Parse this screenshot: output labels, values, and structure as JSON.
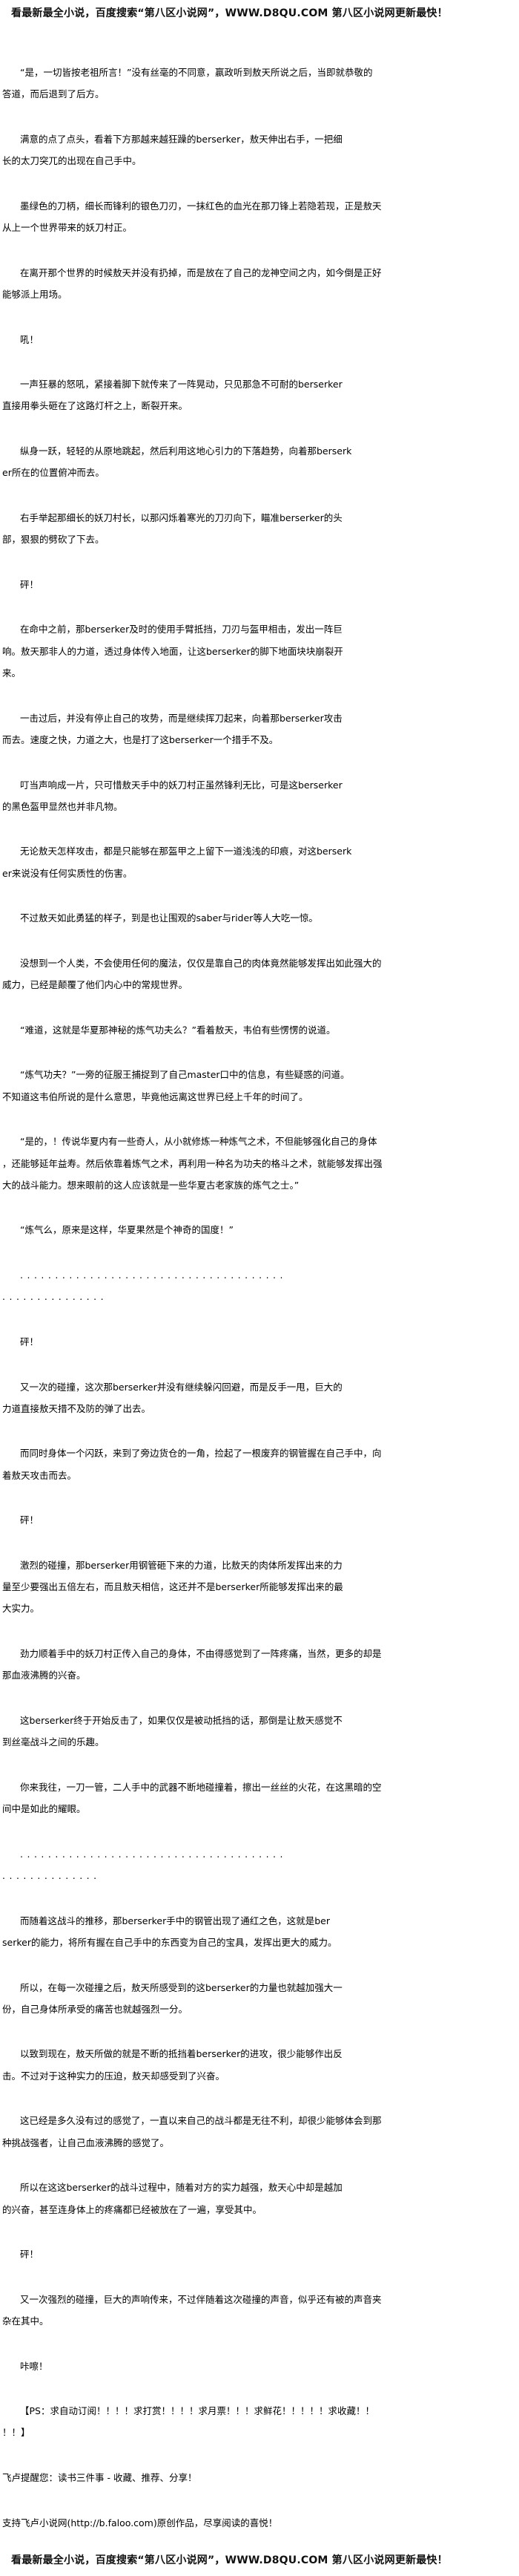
{
  "banner": "看最新最全小说，百度搜索“第八区小说网”，WWW.D8QU.COM 第八区小说网更新最快！",
  "paragraphs": [
    {
      "lines": [
        "“是，一切皆按老祖所言！”没有丝毫的不同意，嬴政听到敖天所说之后，当即就恭敬的",
        "答道，而后退到了后方。"
      ]
    },
    {
      "lines": [
        "满意的点了点头，看着下方那越来越狂躁的berserker，敖天伸出右手，一把细",
        "长的太刀突兀的出现在自己手中。"
      ]
    },
    {
      "lines": [
        "墨绿色的刀柄，细长而锋利的银色刀刃，一抹红色的血光在那刀锋上若隐若现，正是敖天",
        "从上一个世界带来的妖刀村正。"
      ]
    },
    {
      "lines": [
        "在离开那个世界的时候敖天并没有扔掉，而是放在了自己的龙神空间之内，如今倒是正好",
        "能够派上用场。"
      ]
    },
    {
      "lines": [
        "吼！"
      ]
    },
    {
      "lines": [
        "一声狂暴的怒吼，紧接着脚下就传来了一阵晃动，只见那急不可耐的berserker",
        "直接用拳头砸在了这路灯杆之上，断裂开来。"
      ]
    },
    {
      "lines": [
        "纵身一跃，轻轻的从原地跳起，然后利用这地心引力的下落趋势，向着那berserk",
        "er所在的位置俯冲而去。"
      ]
    },
    {
      "lines": [
        "右手举起那细长的妖刀村长，以那闪烁着寒光的刀刃向下，瞄准berserker的头",
        "部，狠狠的劈砍了下去。"
      ]
    },
    {
      "lines": [
        "砰！"
      ]
    },
    {
      "lines": [
        "在命中之前，那berserker及时的使用手臂抵挡，刀刃与盔甲相击，发出一阵巨",
        "响。敖天那非人的力道，透过身体传入地面，让这berserker的脚下地面块块崩裂开",
        "来。"
      ]
    },
    {
      "lines": [
        "一击过后，并没有停止自己的攻势，而是继续挥刀起来，向着那berserker攻击",
        "而去。速度之快，力道之大，也是打了这berserker一个措手不及。"
      ]
    },
    {
      "lines": [
        "叮当声响成一片，只可惜敖天手中的妖刀村正虽然锋利无比，可是这berserker",
        "的黑色盔甲显然也并非凡物。"
      ]
    },
    {
      "lines": [
        "无论敖天怎样攻击，都是只能够在那盔甲之上留下一道浅浅的印痕，对这berserk",
        "er来说没有任何实质性的伤害。"
      ]
    },
    {
      "lines": [
        "不过敖天如此勇猛的样子，到是也让围观的saber与rider等人大吃一惊。"
      ]
    },
    {
      "lines": [
        "没想到一个人类，不会使用任何的魔法，仅仅是靠自己的肉体竟然能够发挥出如此强大的",
        "威力，已经是颠覆了他们内心中的常规世界。"
      ]
    },
    {
      "lines": [
        "“难道，这就是华夏那神秘的炼气功夫么？”看着敖天，韦伯有些愣愣的说道。"
      ]
    },
    {
      "lines": [
        "“炼气功夫？”一旁的征服王捕捉到了自己master口中的信息，有些疑惑的问道。",
        "不知道这韦伯所说的是什么意思，毕竟他远离这世界已经上千年的时间了。"
      ]
    },
    {
      "lines": [
        "“是的，！传说华夏内有一些奇人，从小就修炼一种炼气之术，不但能够强化自己的身体",
        "，还能够延年益寿。然后依靠着炼气之术，再利用一种名为功夫的格斗之术，就能够发挥出强",
        "大的战斗能力。想来眼前的这人应该就是一些华夏古老家族的炼气之士。”"
      ]
    },
    {
      "lines": [
        "“炼气么，原来是这样，华夏果然是个神奇的国度！”"
      ]
    },
    {
      "lines": [
        "......................................",
        "..............."
      ]
    },
    {
      "lines": [
        "砰！"
      ]
    },
    {
      "lines": [
        "又一次的碰撞，这次那berserker并没有继续躲闪回避，而是反手一甩，巨大的",
        "力道直接敖天措不及防的弹了出去。"
      ]
    },
    {
      "lines": [
        "而同时身体一个闪跃，来到了旁边货仓的一角，捡起了一根废弃的钢管握在自己手中，向",
        "着敖天攻击而去。"
      ]
    },
    {
      "lines": [
        "砰！"
      ]
    },
    {
      "lines": [
        "激烈的碰撞，那berserker用钢管砸下来的力道，比敖天的肉体所发挥出来的力",
        "量至少要强出五倍左右，而且敖天相信，这还并不是berserker所能够发挥出来的最",
        "大实力。"
      ]
    },
    {
      "lines": [
        "劲力顺着手中的妖刀村正传入自己的身体，不由得感觉到了一阵疼痛，当然，更多的却是",
        "那血液沸腾的兴奋。"
      ]
    },
    {
      "lines": [
        "这berserker终于开始反击了，如果仅仅是被动抵挡的话，那倒是让敖天感觉不",
        "到丝毫战斗之间的乐趣。"
      ]
    },
    {
      "lines": [
        "你来我往，一刀一管，二人手中的武器不断地碰撞着，擦出一丝丝的火花，在这黑暗的空",
        "间中是如此的耀眼。"
      ]
    },
    {
      "lines": [
        "......................................",
        ".............."
      ]
    },
    {
      "lines": [
        "而随着这战斗的推移，那berserker手中的钢管出现了通红之色，这就是ber",
        "serker的能力，将所有握在自己手中的东西变为自己的宝具，发挥出更大的威力。"
      ]
    },
    {
      "lines": [
        "所以，在每一次碰撞之后，敖天所感受到的这berserker的力量也就越加强大一",
        "份，自己身体所承受的痛苦也就越强烈一分。"
      ]
    },
    {
      "lines": [
        "以致到现在，敖天所做的就是不断的抵挡着berserker的进攻，很少能够作出反",
        "击。不过对于这种实力的压迫，敖天却感受到了兴奋。"
      ]
    },
    {
      "lines": [
        "这已经是多久没有过的感觉了，一直以来自己的战斗都是无往不利，却很少能够体会到那",
        "种挑战强者，让自己血液沸腾的感觉了。"
      ]
    },
    {
      "lines": [
        "所以在这这berserker的战斗过程中，随着对方的实力越强，敖天心中却是越加",
        "的兴奋，甚至连身体上的疼痛都已经被放在了一遍，享受其中。"
      ]
    },
    {
      "lines": [
        "砰！"
      ]
    },
    {
      "lines": [
        "又一次强烈的碰撞，巨大的声响传来，不过伴随着这次碰撞的声音，似乎还有被的声音夹",
        "杂在其中。"
      ]
    },
    {
      "lines": [
        "咔嚓！"
      ]
    },
    {
      "lines": [
        "【PS：求自动订阅！！！！求打赏！！！！求月票！！！求鲜花！！！！！求收藏！！",
        "！！】"
      ]
    },
    {
      "lines": [
        "飞卢提醒您：读书三件事 - 收藏、推荐、分享！"
      ],
      "noindent": true
    },
    {
      "lines": [
        "支持飞卢小说网(http://b.faloo.com)原创作品，尽享阅读的喜悦！"
      ],
      "noindent": true
    }
  ]
}
